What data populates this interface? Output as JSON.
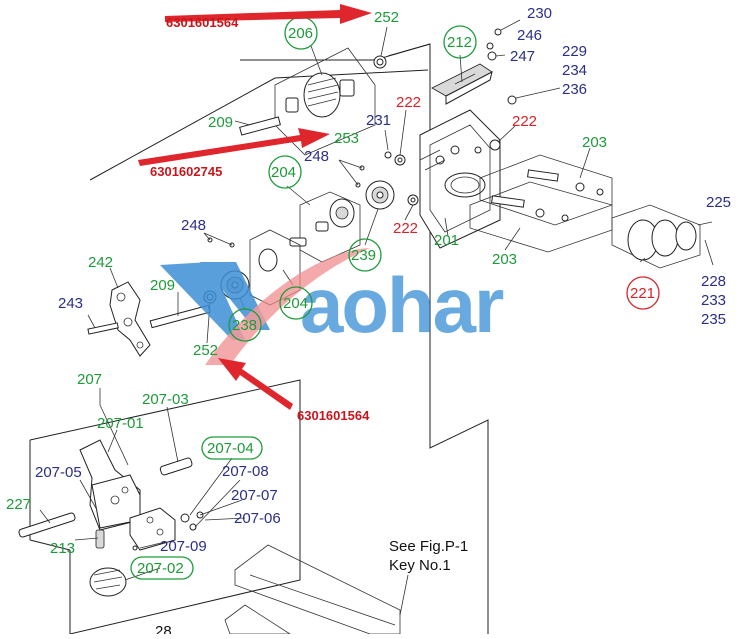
{
  "callouts": {
    "top_part_no": "6301601564",
    "mid_part_no": "6301602745",
    "bottom_part_no": "6301601564"
  },
  "labels": {
    "l252a": "252",
    "l206": "206",
    "l212": "212",
    "l230": "230",
    "l246": "246",
    "l247": "247",
    "l229": "229",
    "l234": "234",
    "l236": "236",
    "l209a": "209",
    "l222a": "222",
    "l231": "231",
    "l222b": "222",
    "l253": "253",
    "l248a": "248",
    "l203a": "203",
    "l204a": "204",
    "l222c": "222",
    "l201": "201",
    "l203b": "203",
    "l225": "225",
    "l248b": "248",
    "l239": "239",
    "l242": "242",
    "l209b": "209",
    "l204b": "204",
    "l221": "221",
    "l228": "228",
    "l233": "233",
    "l235": "235",
    "l243": "243",
    "l238": "238",
    "l252b": "252",
    "l207": "207",
    "l207_03": "207-03",
    "l207_01": "207-01",
    "l207_04": "207-04",
    "l207_05": "207-05",
    "l207_08": "207-08",
    "l207_07": "207-07",
    "l227": "227",
    "l207_06": "207-06",
    "l213": "213",
    "l207_09": "207-09",
    "l207_02": "207-02",
    "l28": "28"
  },
  "note": {
    "line1": "See Fig.P-1",
    "line2": "Key No.1"
  },
  "watermark": {
    "text": "aohar"
  },
  "colors": {
    "blue": "#2b2f86",
    "green": "#1f9a3a",
    "red": "#d6242a",
    "arrow": "#e0262d",
    "watermark": "#3b8fd6"
  }
}
